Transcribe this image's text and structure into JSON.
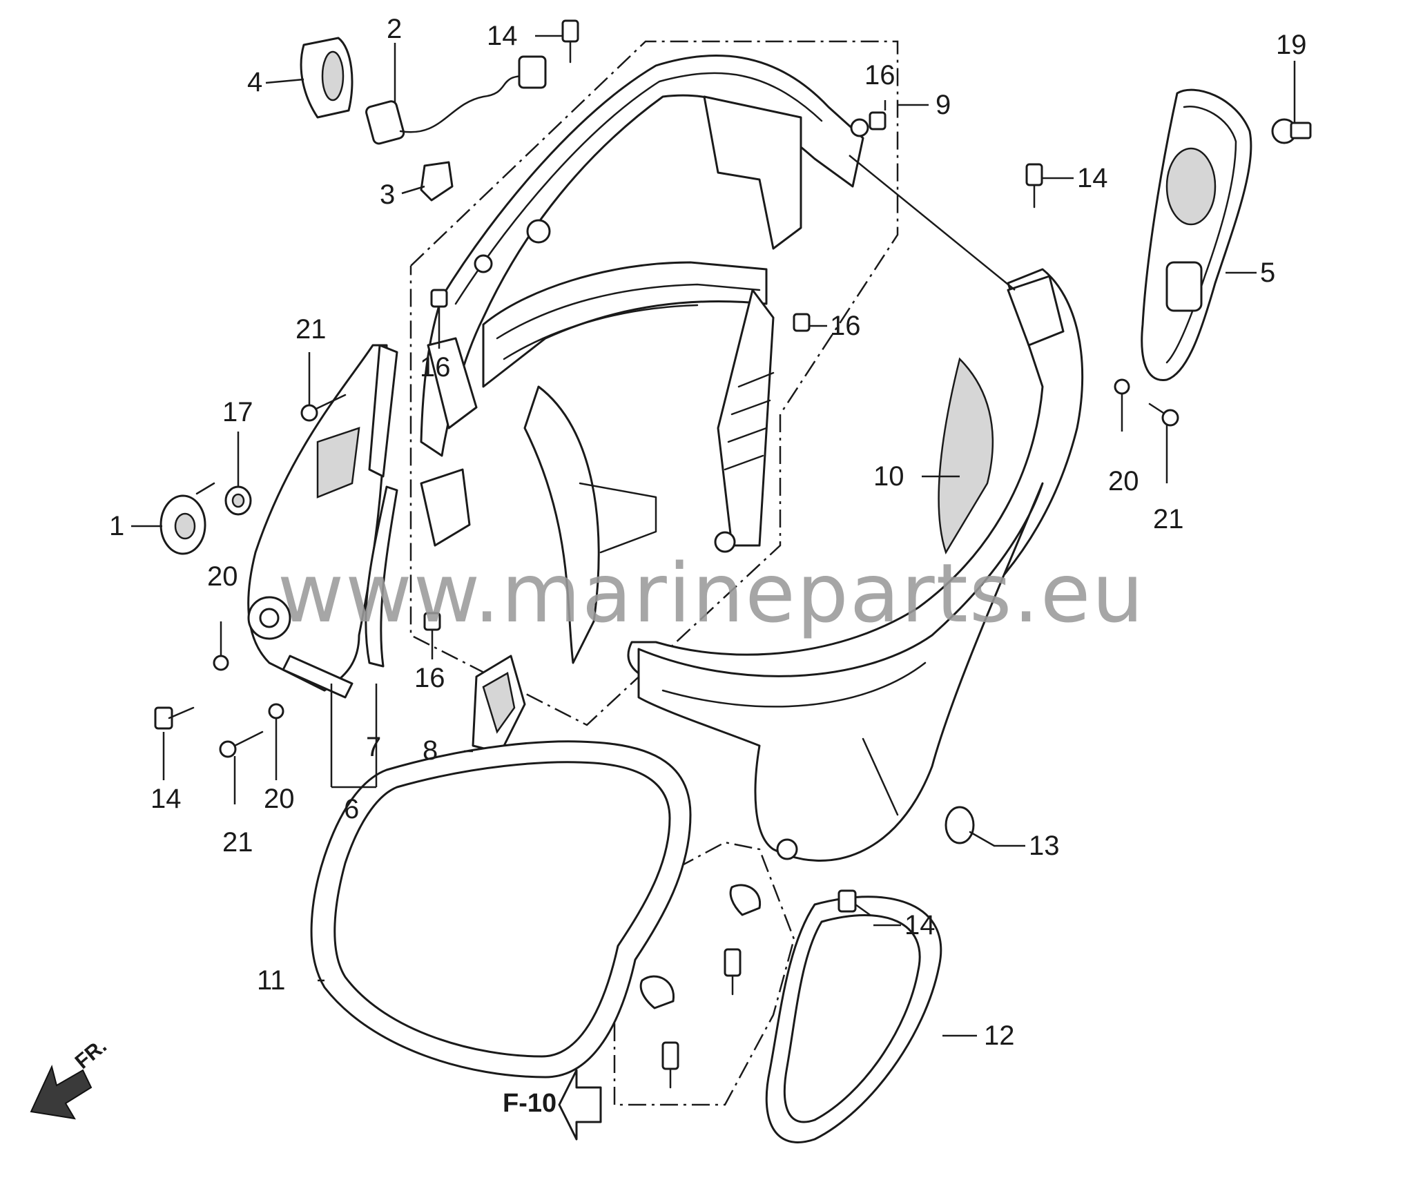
{
  "diagram": {
    "watermark": "www.marineparts.eu",
    "direction_label": "FR.",
    "ref_label": "F-10",
    "callouts": {
      "c1": "1",
      "c2": "2",
      "c3": "3",
      "c4": "4",
      "c5": "5",
      "c6": "6",
      "c7": "7",
      "c8": "8",
      "c9": "9",
      "c10": "10",
      "c11": "11",
      "c12": "12",
      "c13": "13",
      "c14a": "14",
      "c14b": "14",
      "c14c": "14",
      "c14d": "14",
      "c16a": "16",
      "c16b": "16",
      "c16c": "16",
      "c16d": "16",
      "c17": "17",
      "c19": "19",
      "c20a": "20",
      "c20b": "20",
      "c20c": "20",
      "c21a": "21",
      "c21b": "21",
      "c21c": "21"
    }
  }
}
